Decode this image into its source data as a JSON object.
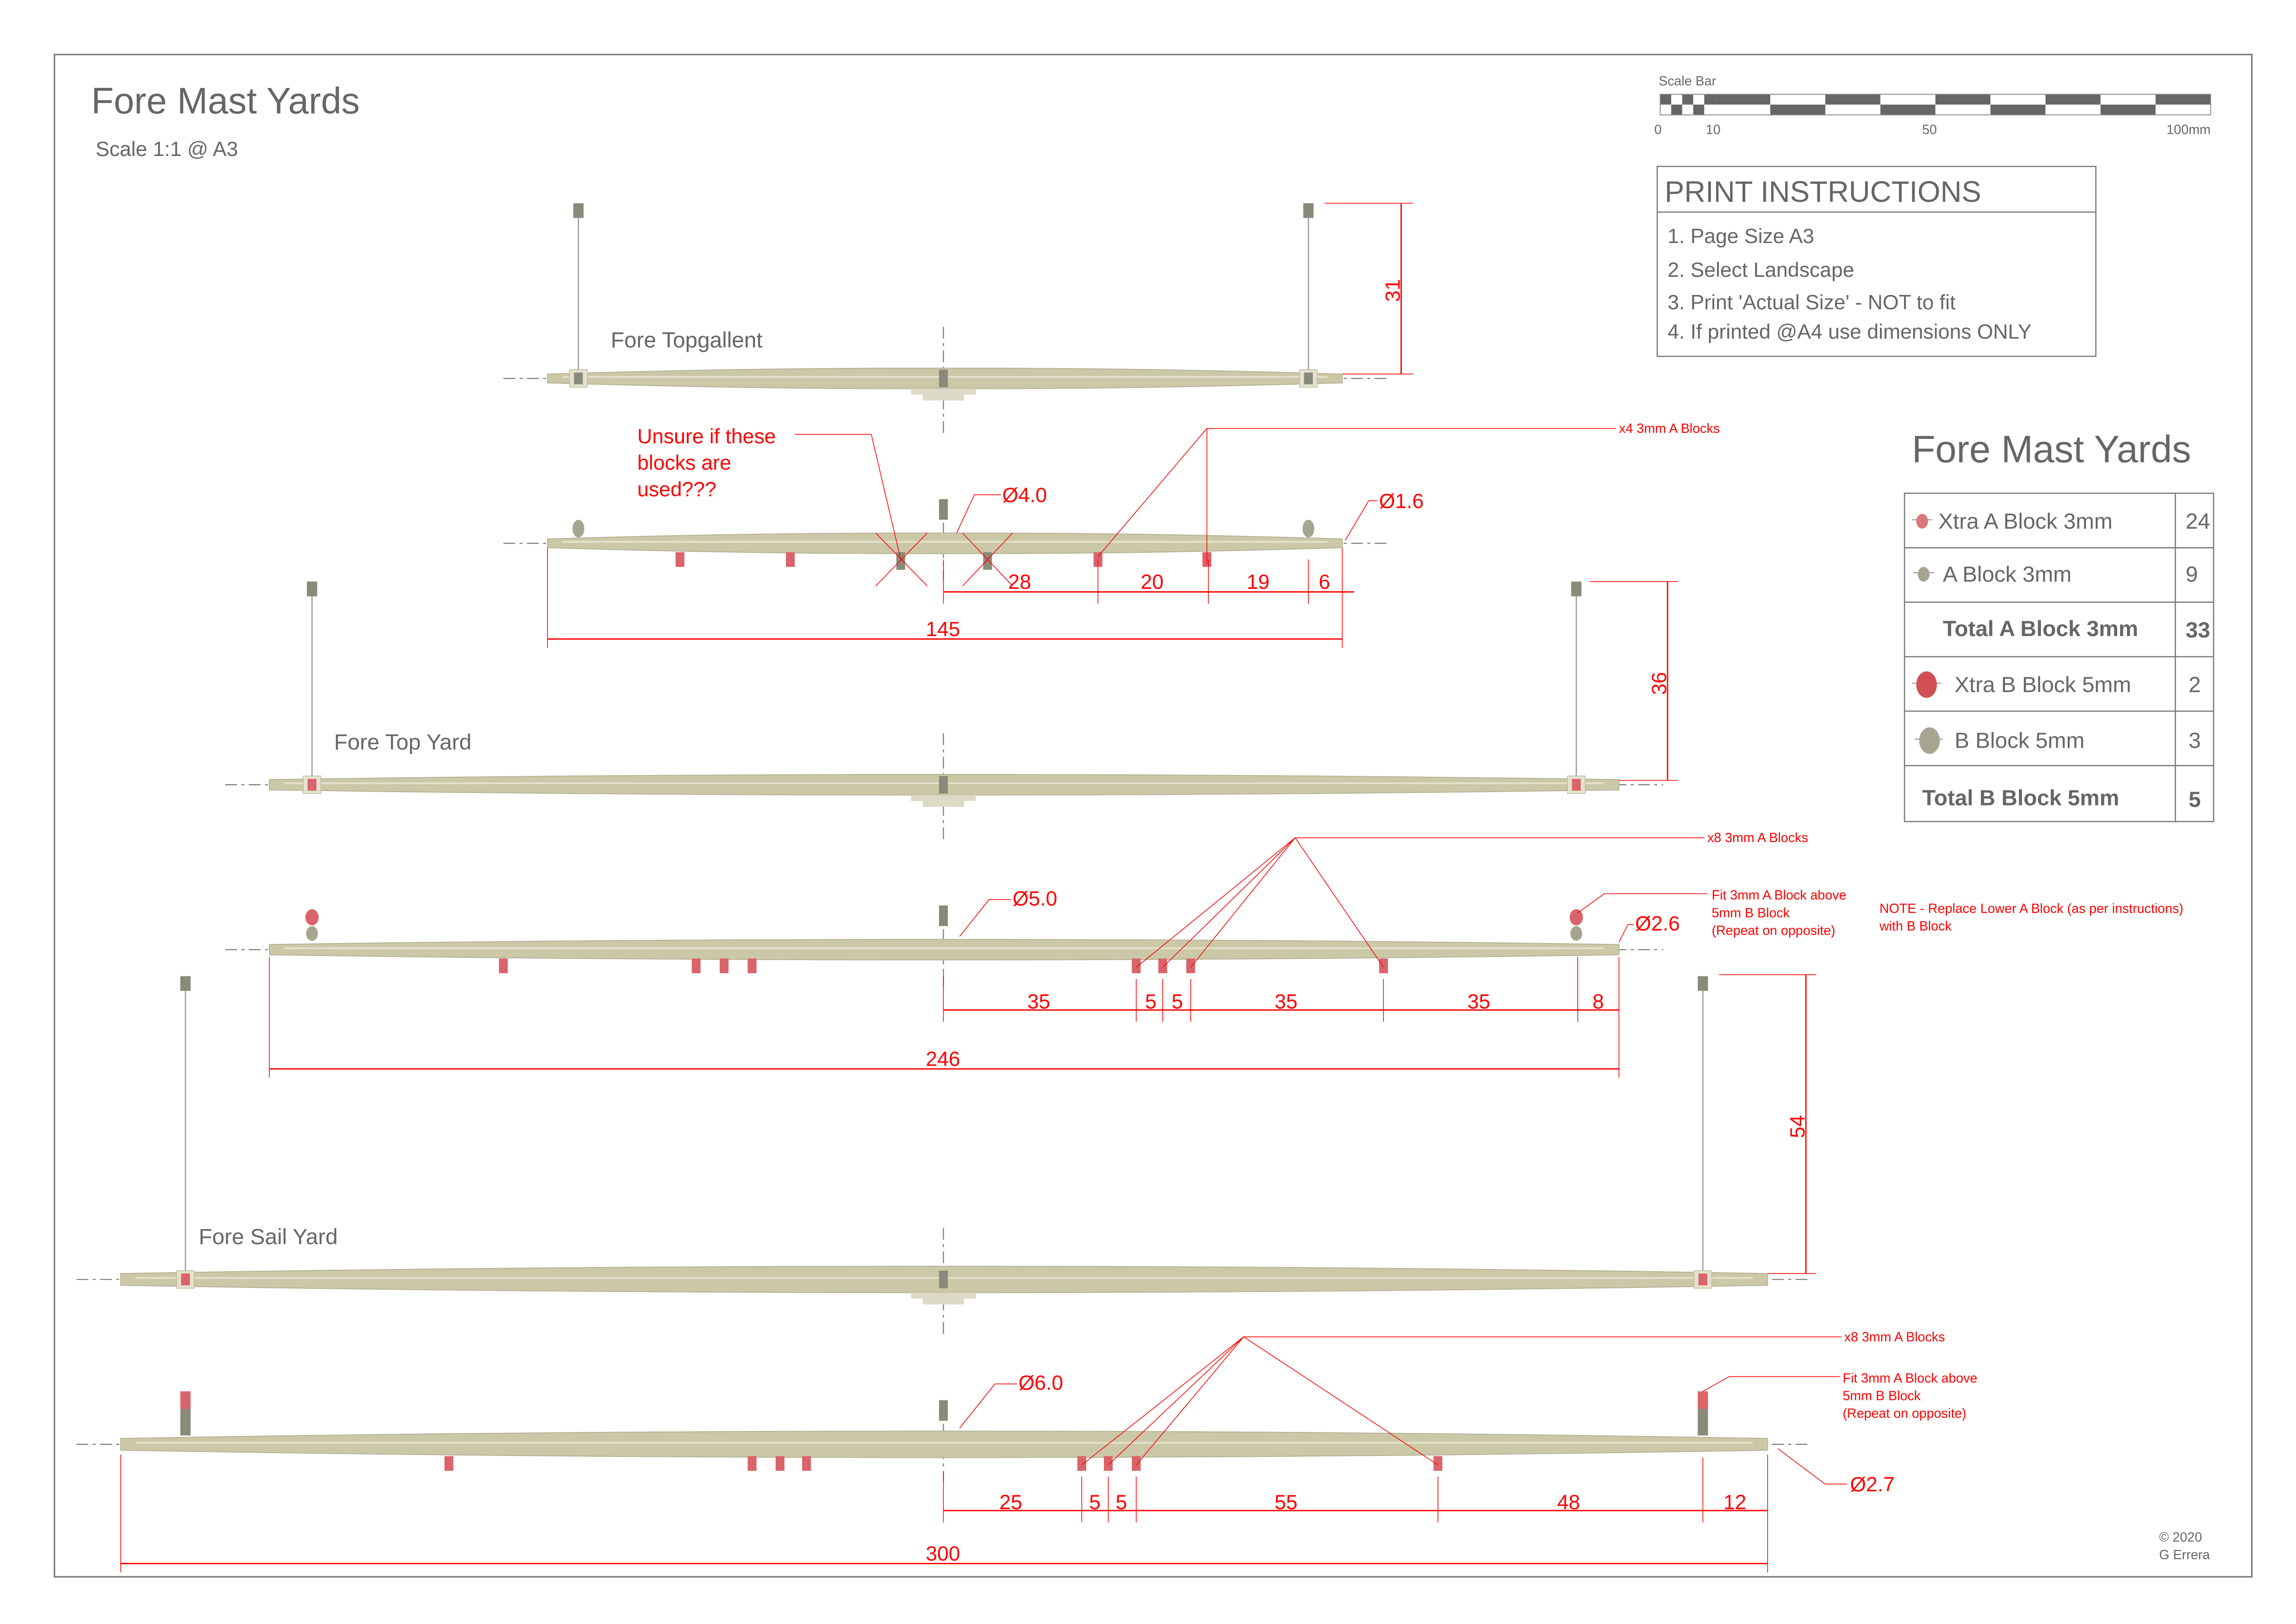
{
  "header": {
    "title": "Fore Mast Yards",
    "scale": "Scale 1:1 @ A3"
  },
  "scale_bar": {
    "label": "Scale Bar",
    "ticks": [
      "0",
      "10",
      "50",
      "100mm"
    ]
  },
  "print_instructions": {
    "title": "PRINT INSTRUCTIONS",
    "items": [
      "1. Page Size A3",
      "2. Select Landscape",
      "3. Print 'Actual Size' - NOT to fit",
      "4. If printed @A4 use dimensions ONLY"
    ]
  },
  "summary": {
    "title": "Fore Mast Yards",
    "rows": [
      {
        "label": "Xtra A Block 3mm",
        "count": "24",
        "icon": "red-small-block-icon"
      },
      {
        "label": "A Block 3mm",
        "count": "9",
        "icon": "gray-small-block-icon"
      },
      {
        "label": "Total A Block 3mm",
        "count": "33"
      },
      {
        "label": "Xtra B Block 5mm",
        "count": "2",
        "icon": "red-large-block-icon"
      },
      {
        "label": "B Block 5mm",
        "count": "3",
        "icon": "gray-large-block-icon"
      },
      {
        "label": "Total B Block 5mm",
        "count": "5"
      }
    ]
  },
  "colors": {
    "dimension": "#ff0000",
    "yard": "#cbc8a8",
    "xtra_block": "#d9646a",
    "block": "#a5a592",
    "text": "#666666"
  },
  "yards": {
    "topgallant": {
      "name": "Fore Topgallent",
      "lift_height": "31",
      "note": [
        "Unsure if these",
        "blocks are",
        "used???"
      ],
      "center_dia": "Ø4.0",
      "end_dia": "Ø1.6",
      "blocks_callout": "x4 3mm A Blocks",
      "dims": [
        "28",
        "20",
        "19",
        "6"
      ],
      "overall": "145"
    },
    "top": {
      "name": "Fore Top Yard",
      "lift_height": "36",
      "center_dia": "Ø5.0",
      "end_dia": "Ø2.6",
      "blocks_callout": "x8 3mm A Blocks",
      "fit_note": [
        "Fit 3mm A Block above",
        "5mm B Block",
        "(Repeat on opposite)"
      ],
      "replace_note": [
        "NOTE - Replace Lower A Block (as per instructions)",
        "with B Block"
      ],
      "dims": [
        "35",
        "5",
        "5",
        "35",
        "35",
        "8"
      ],
      "overall": "246"
    },
    "sail": {
      "name": "Fore Sail Yard",
      "lift_height": "54",
      "center_dia": "Ø6.0",
      "end_dia": "Ø2.7",
      "blocks_callout": "x8 3mm A Blocks",
      "fit_note": [
        "Fit 3mm A Block above",
        "5mm B Block",
        "(Repeat on opposite)"
      ],
      "dims": [
        "25",
        "5",
        "5",
        "55",
        "48",
        "12"
      ],
      "overall": "300"
    }
  },
  "copyright": [
    "© 2020",
    "G Errera"
  ]
}
